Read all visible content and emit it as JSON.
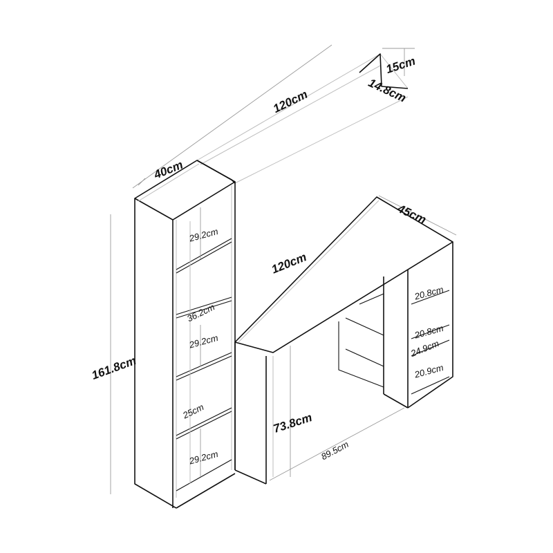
{
  "diagram": {
    "type": "furniture dimension drawing (isometric desk with bookcase and wall shelf)",
    "stroke_color": "#111111",
    "guide_color": "#bdbdbd",
    "labels": {
      "shelf_height": "15cm",
      "shelf_depth": "14.8cm",
      "shelf_width": "120cm",
      "bookcase_width": "40cm",
      "bookcase_height": "161.8cm",
      "bookcase_comp_1": "29.2cm",
      "bookcase_inner_width": "36.2cm",
      "bookcase_comp_2": "29.2cm",
      "bookcase_depth": "25cm",
      "bookcase_comp_3": "29.2cm",
      "desk_width": "120cm",
      "desk_depth": "45cm",
      "desk_height": "73.8cm",
      "desk_leg_span": "89.5cm",
      "side_comp_1": "20.8cm",
      "side_comp_2": "20.8cm",
      "side_inner_width": "24.9cm",
      "side_comp_3": "20.9cm"
    }
  }
}
